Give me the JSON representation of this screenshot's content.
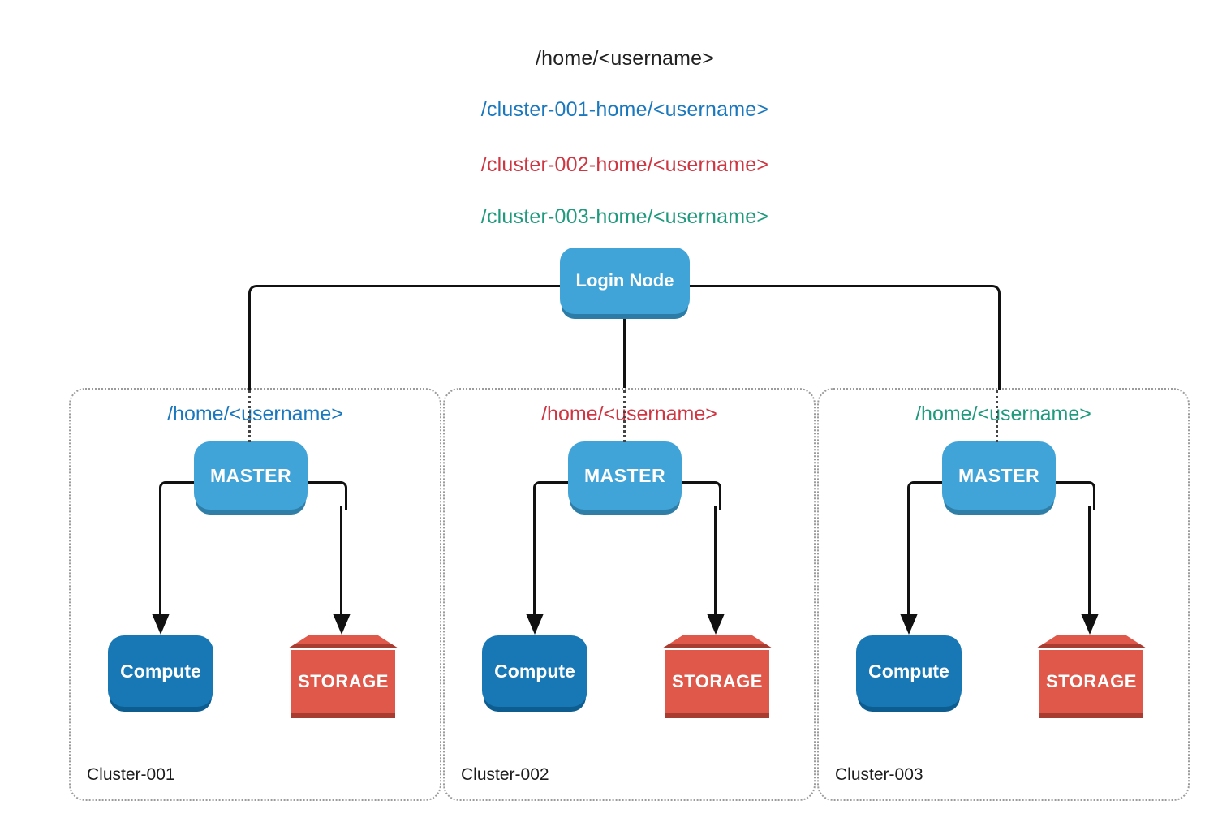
{
  "diagram_title_paths": [
    {
      "text": "/home/<username>",
      "color": "#212121"
    },
    {
      "text": "/cluster-001-home/<username>",
      "color": "#1a78be"
    },
    {
      "text": "/cluster-002-home/<username>",
      "color": "#ce3642"
    },
    {
      "text": "/cluster-003-home/<username>",
      "color": "#1f9a7d"
    }
  ],
  "login_node": {
    "label": "Login Node"
  },
  "clusters": [
    {
      "name": "Cluster-001",
      "home_path": "/home/<username>",
      "accent": "#1a78be",
      "master": "MASTER",
      "compute": "Compute",
      "storage": "STORAGE"
    },
    {
      "name": "Cluster-002",
      "home_path": "/home/<username>",
      "accent": "#ce3642",
      "master": "MASTER",
      "compute": "Compute",
      "storage": "STORAGE"
    },
    {
      "name": "Cluster-003",
      "home_path": "/home/<username>",
      "accent": "#1f9a7d",
      "master": "MASTER",
      "compute": "Compute",
      "storage": "STORAGE"
    }
  ],
  "colors": {
    "node_blue": "#41a4d9",
    "node_blue_shadow": "#2e7ea7",
    "compute_blue": "#1778b5",
    "compute_blue_shadow": "#0e5d90",
    "storage_red": "#e0584a",
    "storage_red_dark": "#a93c31",
    "connector_black": "#111111",
    "cluster_border_gray": "#9b9b9b"
  }
}
